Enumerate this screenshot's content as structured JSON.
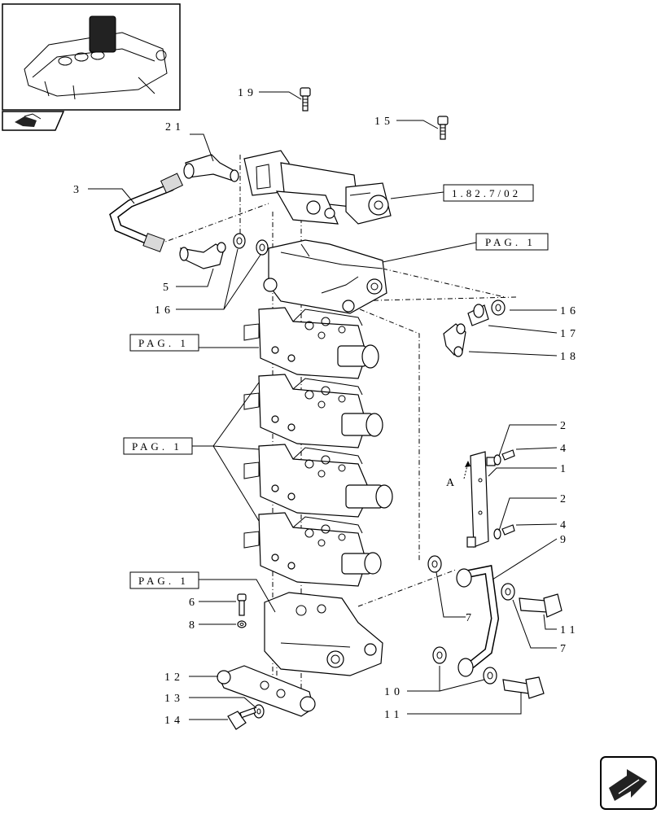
{
  "callouts": {
    "n19": "19",
    "n15": "15",
    "n21": "21",
    "n3": "3",
    "n5": "5",
    "n16a": "16",
    "n16b": "16",
    "n17": "17",
    "n18": "18",
    "n2a": "2",
    "n4a": "4",
    "n1": "1",
    "nA": "A",
    "n2b": "2",
    "n4b": "4",
    "n9": "9",
    "n7a": "7",
    "n11a": "11",
    "n7b": "7",
    "n6": "6",
    "n8": "8",
    "n12": "12",
    "n13": "13",
    "n14": "14",
    "n10": "10",
    "n11b": "11"
  },
  "references": {
    "ref_1827": "1.82.7/02",
    "pag_top": "PAG. 1",
    "pag_section1": "PAG. 1",
    "pag_section2": "PAG. 1",
    "pag_section3": "PAG. 1"
  },
  "icons": {
    "thumbnail": "tractor-hitch-thumbnail",
    "nav_back": "back-arrow-icon",
    "nav_next": "next-page-arrow-icon"
  }
}
